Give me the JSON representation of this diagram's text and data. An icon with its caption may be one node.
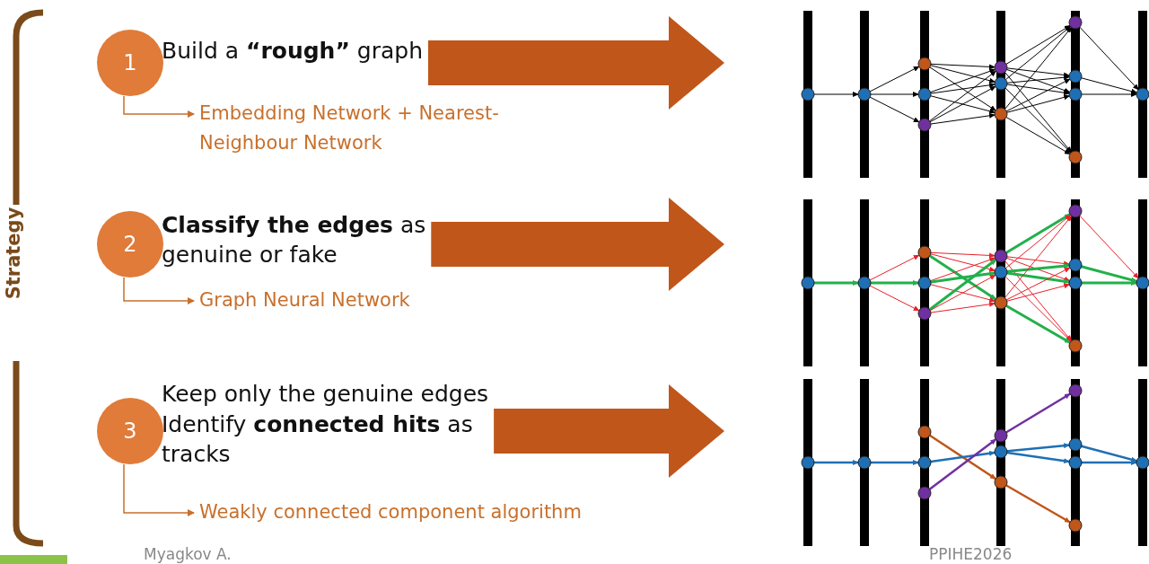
{
  "diagram": {
    "nodes": [
      {
        "text": [
          "1",
          "Build a **“rough”** graph"
        ]
      },
      {
        "text": [
          "Embedding Network + Nearest-Neighbour Network"
        ]
      },
      {
        "text": [],
        "shape": "picture"
      },
      {
        "text": [
          "2",
          "**Classify the edges** as genuine or fake"
        ]
      },
      {
        "text": [
          "Graph Neural Network"
        ]
      },
      {
        "text": [],
        "shape": "picture"
      },
      {
        "text": [
          "3",
          "Keep only the genuine edges",
          "Identify **connected hits** as tracks"
        ]
      },
      {
        "text": [
          "Weakly connected component algorithm"
        ]
      },
      {
        "text": [],
        "shape": "picture"
      }
    ],
    "edges": [
      {
        "from": 0,
        "to": 1,
        "arrow": "to"
      },
      {
        "from": 0,
        "to": 2,
        "arrow": "to",
        "style": "thick"
      },
      {
        "from": 3,
        "to": 4,
        "arrow": "to"
      },
      {
        "from": 3,
        "to": 5,
        "arrow": "to",
        "style": "thick"
      },
      {
        "from": 6,
        "to": 7,
        "arrow": "to"
      },
      {
        "from": 6,
        "to": 8,
        "arrow": "to",
        "style": "thick"
      }
    ],
    "labels": [
      "Strategy",
      "Myagkov A.",
      "PPIHE2026"
    ]
  }
}
